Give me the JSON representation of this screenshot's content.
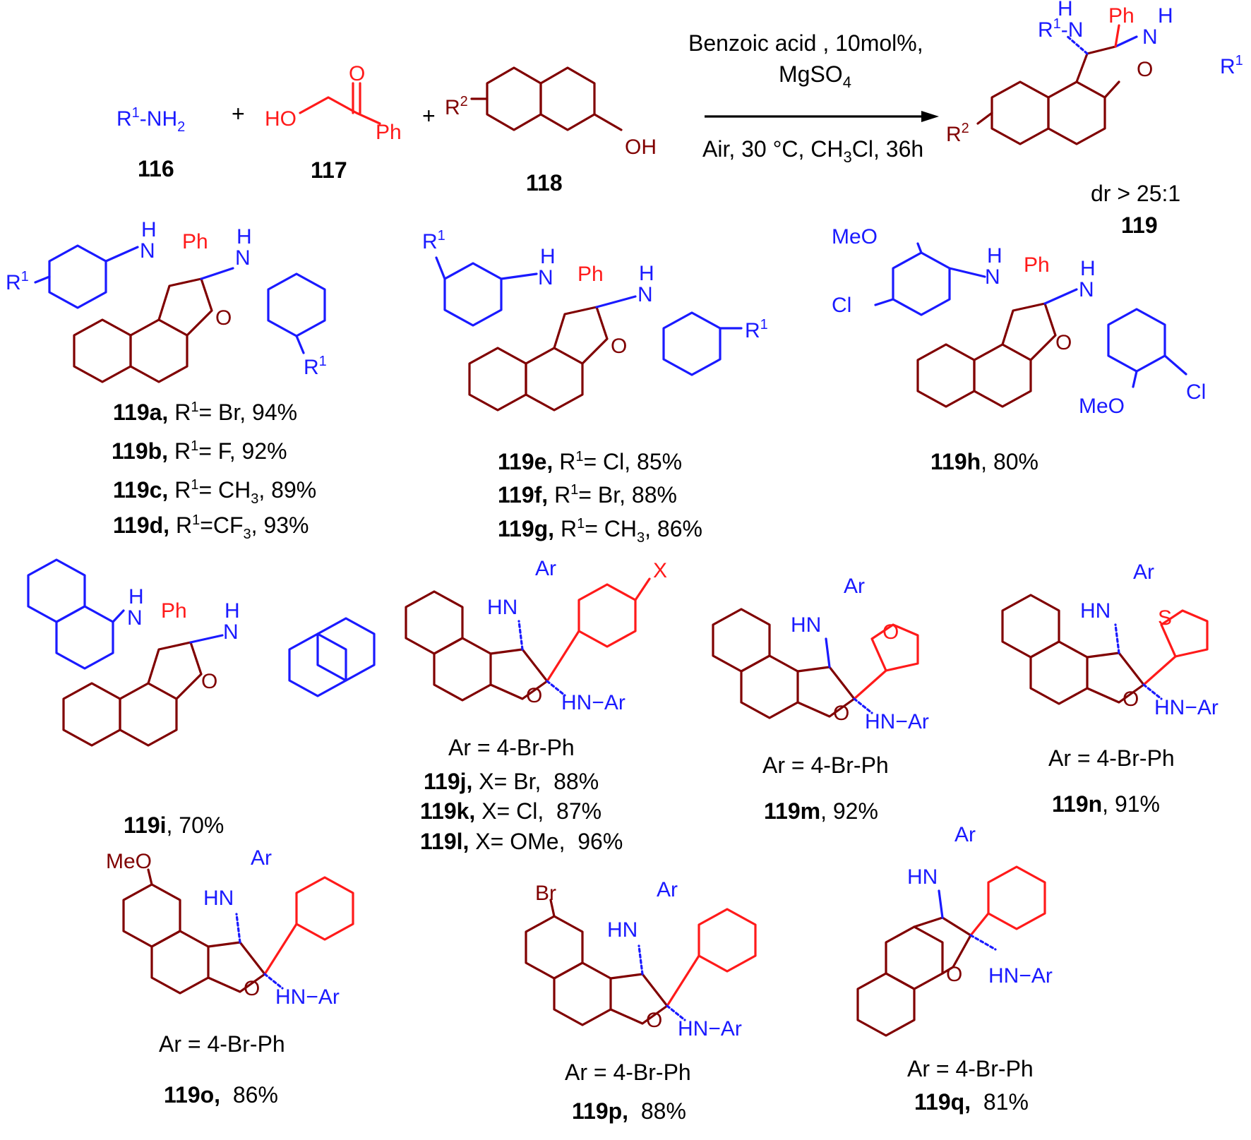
{
  "colors": {
    "amine": "#1a1aff",
    "ketone": "#ff1a1a",
    "naphthol": "#800000",
    "text": "#000000"
  },
  "reactants": {
    "amine": {
      "formula_r": "R",
      "formula_sup": "1",
      "formula_rest": "-NH",
      "formula_sub": "2",
      "label": "116"
    },
    "ketone": {
      "ho": "HO",
      "o": "O",
      "ph": "Ph",
      "label": "117"
    },
    "naphthol": {
      "r": "R",
      "r_sup": "2",
      "oh": "OH",
      "label": "118"
    },
    "plus1": "+",
    "plus2": "+"
  },
  "conditions": {
    "line1": "Benzoic acid , 10mol%,",
    "line2_main": "MgSO",
    "line2_sub": "4",
    "line3_a": "Air, 30 °C, CH",
    "line3_sub": "3",
    "line3_b": "Cl, 36h"
  },
  "product": {
    "h": "H",
    "n": "N",
    "r1": "R",
    "r1_sup": "1",
    "r1_dash": "-",
    "ph": "Ph",
    "o": "O",
    "r2": "R",
    "r2_sup": "2",
    "dr": "dr > 25:1",
    "label": "119"
  },
  "atoms": {
    "h": "H",
    "n": "N",
    "o": "O",
    "ph": "Ph",
    "r": "R",
    "sup1": "1",
    "meo": "MeO",
    "cl": "Cl",
    "x": "X",
    "s": "S",
    "br": "Br",
    "hn": "HN",
    "hnar": "HN−Ar",
    "ar": "Ar"
  },
  "groups": {
    "g1": [
      {
        "id": "119a,",
        "rest_a": " R",
        "sup": "1",
        "rest_b": "= Br, 94%"
      },
      {
        "id": "119b,",
        "rest_a": " R",
        "sup": "1",
        "rest_b": "= F, 92%"
      },
      {
        "id": "119c,",
        "rest_a": " R",
        "sup": "1",
        "rest_b": "= CH",
        "sub": "3",
        "rest_c": ", 89%"
      },
      {
        "id": "119d,",
        "rest_a": " R",
        "sup": "1",
        "rest_b": "=CF",
        "sub": "3",
        "rest_c": ", 93%"
      }
    ],
    "g2": [
      {
        "id": "119e,",
        "rest_a": " R",
        "sup": "1",
        "rest_b": "= Cl, 85%"
      },
      {
        "id": "119f,",
        "rest_a": " R",
        "sup": "1",
        "rest_b": "= Br, 88%"
      },
      {
        "id": "119g,",
        "rest_a": " R",
        "sup": "1",
        "rest_b": "= CH",
        "sub": "3",
        "rest_c": ", 86%"
      }
    ],
    "g3": {
      "id": "119h",
      "rest": ", 80%"
    },
    "g4": {
      "id": "119i",
      "rest": ", 70%"
    },
    "g5": {
      "ar_def": "Ar = 4-Br-Ph",
      "lines": [
        {
          "id": "119j,",
          "rest": " X= Br,  88%"
        },
        {
          "id": "119k,",
          "rest": " X= Cl,  87%"
        },
        {
          "id": "119l,",
          "rest": " X= OMe,  96%"
        }
      ]
    },
    "g6": {
      "ar_def": "Ar = 4-Br-Ph",
      "id": "119m",
      "rest": ", 92%"
    },
    "g7": {
      "ar_def": "Ar = 4-Br-Ph",
      "id": "119n",
      "rest": ", 91%"
    },
    "g8": {
      "ar_def": "Ar = 4-Br-Ph",
      "id": "119o,",
      "rest": "  86%"
    },
    "g9": {
      "ar_def": "Ar = 4-Br-Ph",
      "id": "119p,",
      "rest": "  88%"
    },
    "g10": {
      "ar_def": "Ar = 4-Br-Ph",
      "id": "119q,",
      "rest": "  81%"
    }
  }
}
